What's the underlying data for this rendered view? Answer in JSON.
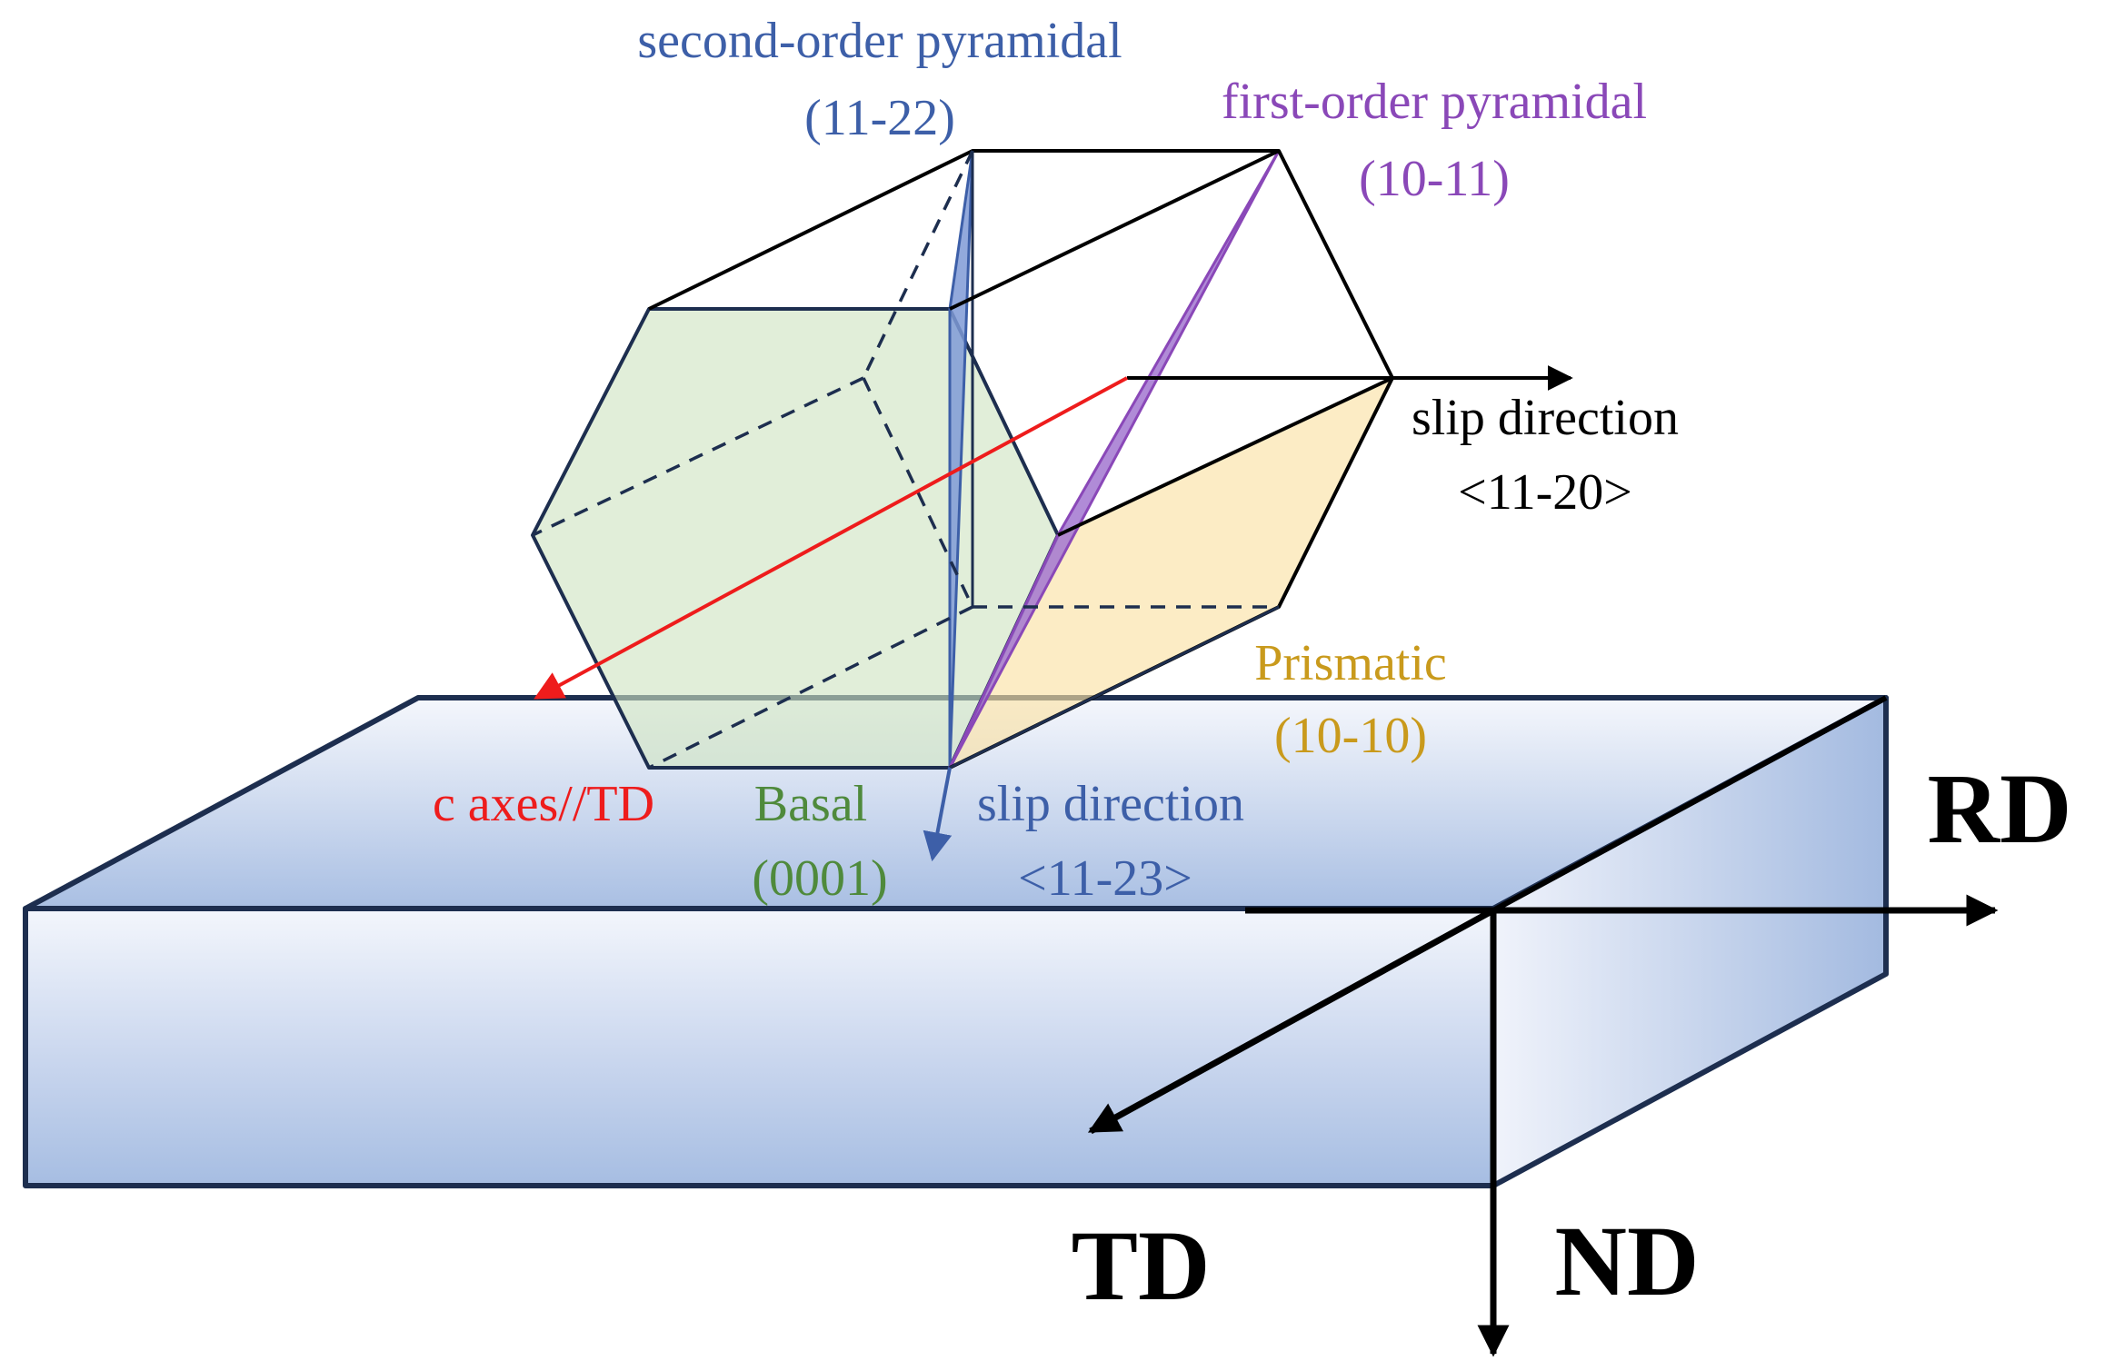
{
  "labels": {
    "second_order_pyramidal": {
      "name": "second-order pyramidal",
      "plane": "(11-22)"
    },
    "first_order_pyramidal": {
      "name": "first-order pyramidal",
      "plane": "(10-11)"
    },
    "slip_direction_a": {
      "name": "slip direction",
      "direction": "<11-20>"
    },
    "prismatic": {
      "name": "Prismatic",
      "plane": "(10-10)"
    },
    "basal": {
      "name": "Basal",
      "plane": "(0001)"
    },
    "slip_direction_ca": {
      "name": "slip direction",
      "direction": "<11-23>"
    },
    "c_axes": "c axes//TD"
  },
  "axes": {
    "rd": "RD",
    "td": "TD",
    "nd": "ND"
  },
  "colors": {
    "second_order_pyramidal": "#3d5fa8",
    "first_order_pyramidal": "#8a48b8",
    "slip_direction_a": "#000000",
    "prismatic": "#c99a1c",
    "basal": "#4f8a3c",
    "slip_direction_ca": "#3d5fa8",
    "c_axes": "#ee1c1c",
    "outline": "#1d2e4f"
  }
}
